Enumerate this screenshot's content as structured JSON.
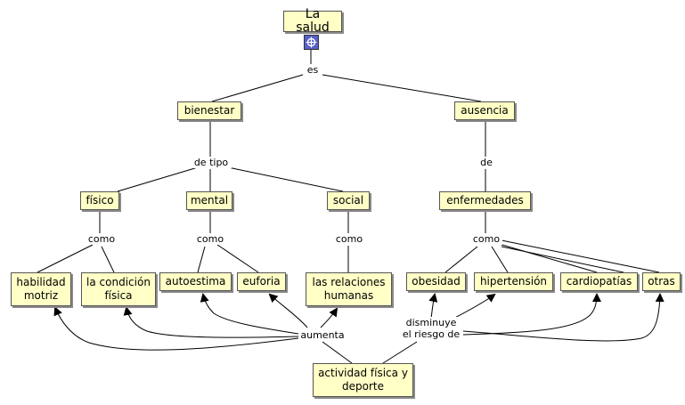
{
  "root": {
    "label": "La salud"
  },
  "concepts": {
    "bienestar": "bienestar",
    "ausencia": "ausencia",
    "fisico": "físico",
    "mental": "mental",
    "social": "social",
    "enfermedades": "enfermedades",
    "habilidad_motriz": "habilidad\nmotriz",
    "condicion_fisica": "la condición\nfísica",
    "autoestima": "autoestima",
    "euforia": "euforia",
    "relaciones_humanas": "las relaciones\nhumanas",
    "obesidad": "obesidad",
    "hipertension": "hipertensión",
    "cardiopatias": "cardiopatías",
    "otras": "otras",
    "actividad_fisica": "actividad física y\ndeporte"
  },
  "link_labels": {
    "es": "es",
    "de_tipo": "de tipo",
    "de": "de",
    "como_fisico": "como",
    "como_mental": "como",
    "como_social": "como",
    "como_enfermedades": "como",
    "aumenta": "aumenta",
    "disminuye": "disminuye\nel riesgo de"
  },
  "icons": {
    "submap": "submap-link-icon"
  },
  "colors": {
    "node_fill": "#ffffc6",
    "node_border": "#555555",
    "line": "#000000"
  }
}
